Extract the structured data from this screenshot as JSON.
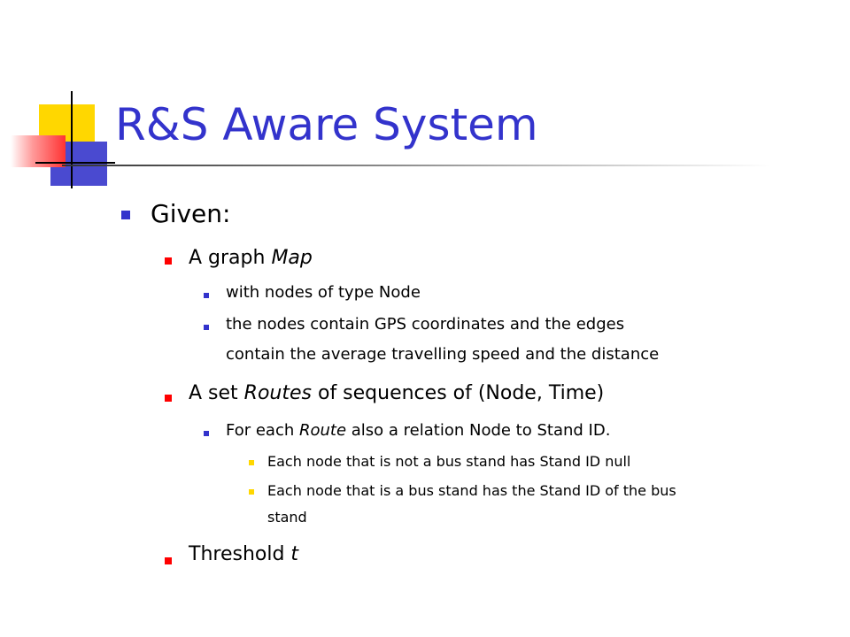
{
  "slide": {
    "title": "R&S Aware System",
    "given": "Given:",
    "graph_prefix": "A graph ",
    "graph_italic": "Map",
    "nodes_type": "with nodes of type Node",
    "nodes_gps_line1": "the nodes contain GPS coordinates and the edges",
    "nodes_gps_line2": "contain the average travelling speed and the distance",
    "routes_prefix": "A set ",
    "routes_italic": "Routes",
    "routes_suffix": " of sequences of (Node, Time)",
    "foreach_prefix": "For each ",
    "foreach_italic": "Route",
    "foreach_suffix": " also a relation Node to Stand ID.",
    "not_stand": "Each node that is not a bus stand has Stand ID null",
    "is_stand_line1": "Each node that is a bus stand has the Stand ID of the bus",
    "is_stand_line2": "stand",
    "threshold_prefix": "Threshold ",
    "threshold_italic": "t"
  }
}
